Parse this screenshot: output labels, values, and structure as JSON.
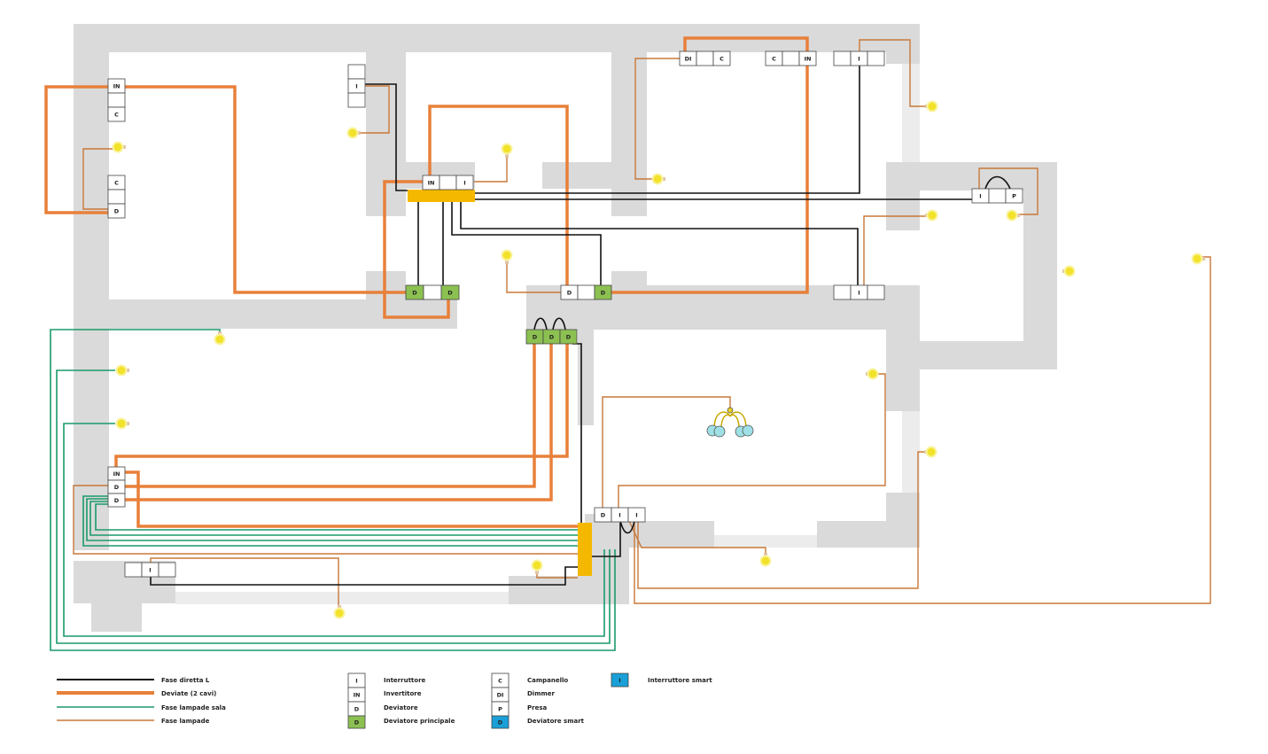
{
  "devices": {
    "in_c": [
      "IN",
      "",
      "C"
    ],
    "c_d": [
      "C",
      "",
      "D"
    ],
    "i_top": [
      "",
      "I",
      ""
    ],
    "hub_top": [
      "IN",
      "",
      "I"
    ],
    "d_d_green": [
      "D",
      "",
      "D"
    ],
    "di_c": [
      "DI",
      "",
      "C"
    ],
    "c_in": [
      "C",
      "",
      "IN"
    ],
    "i_right": [
      "",
      "I",
      ""
    ],
    "i_p": [
      "I",
      "",
      "P"
    ],
    "d_d_mid": [
      "D",
      "",
      "D"
    ],
    "i_mid_right": [
      "",
      "I",
      ""
    ],
    "ddd": [
      "D",
      "D",
      "D"
    ],
    "in_d_d": [
      "IN",
      "D",
      "D"
    ],
    "d_i_i": [
      "D",
      "I",
      "I"
    ],
    "i_bottom": [
      "",
      "I",
      ""
    ]
  },
  "legend": {
    "lines": [
      {
        "label": "Fase diretta L",
        "color": "#111111"
      },
      {
        "label": "Deviate (2 cavi)",
        "color": "#e8803a"
      },
      {
        "label": "Fase lampade sala",
        "color": "#1a9a6a"
      },
      {
        "label": "Fase lampade",
        "color": "#c87838"
      }
    ],
    "devices": [
      {
        "symbol": "I",
        "label": "Interruttore",
        "fill": "#ffffff"
      },
      {
        "symbol": "IN",
        "label": "Invertitore",
        "fill": "#ffffff"
      },
      {
        "symbol": "D",
        "label": "Deviatore",
        "fill": "#ffffff"
      },
      {
        "symbol": "D",
        "label": "Deviatore principale",
        "fill": "#8cc152"
      },
      {
        "symbol": "C",
        "label": "Campanello",
        "fill": "#ffffff"
      },
      {
        "symbol": "DI",
        "label": "Dimmer",
        "fill": "#ffffff"
      },
      {
        "symbol": "P",
        "label": "Presa",
        "fill": "#ffffff"
      },
      {
        "symbol": "D",
        "label": "Deviatore smart",
        "fill": "#1aa0d8"
      },
      {
        "symbol": "I",
        "label": "Interruttore smart",
        "fill": "#1aa0d8"
      }
    ]
  },
  "colors": {
    "wall": "#dadada",
    "phase": "#111111",
    "deviate": "#e8803a",
    "lamp_hall": "#1a9a6a",
    "lamp": "#c87838",
    "junction": "#f5b800",
    "main_deviator": "#8cc152",
    "bulb": "#f2e22a"
  }
}
